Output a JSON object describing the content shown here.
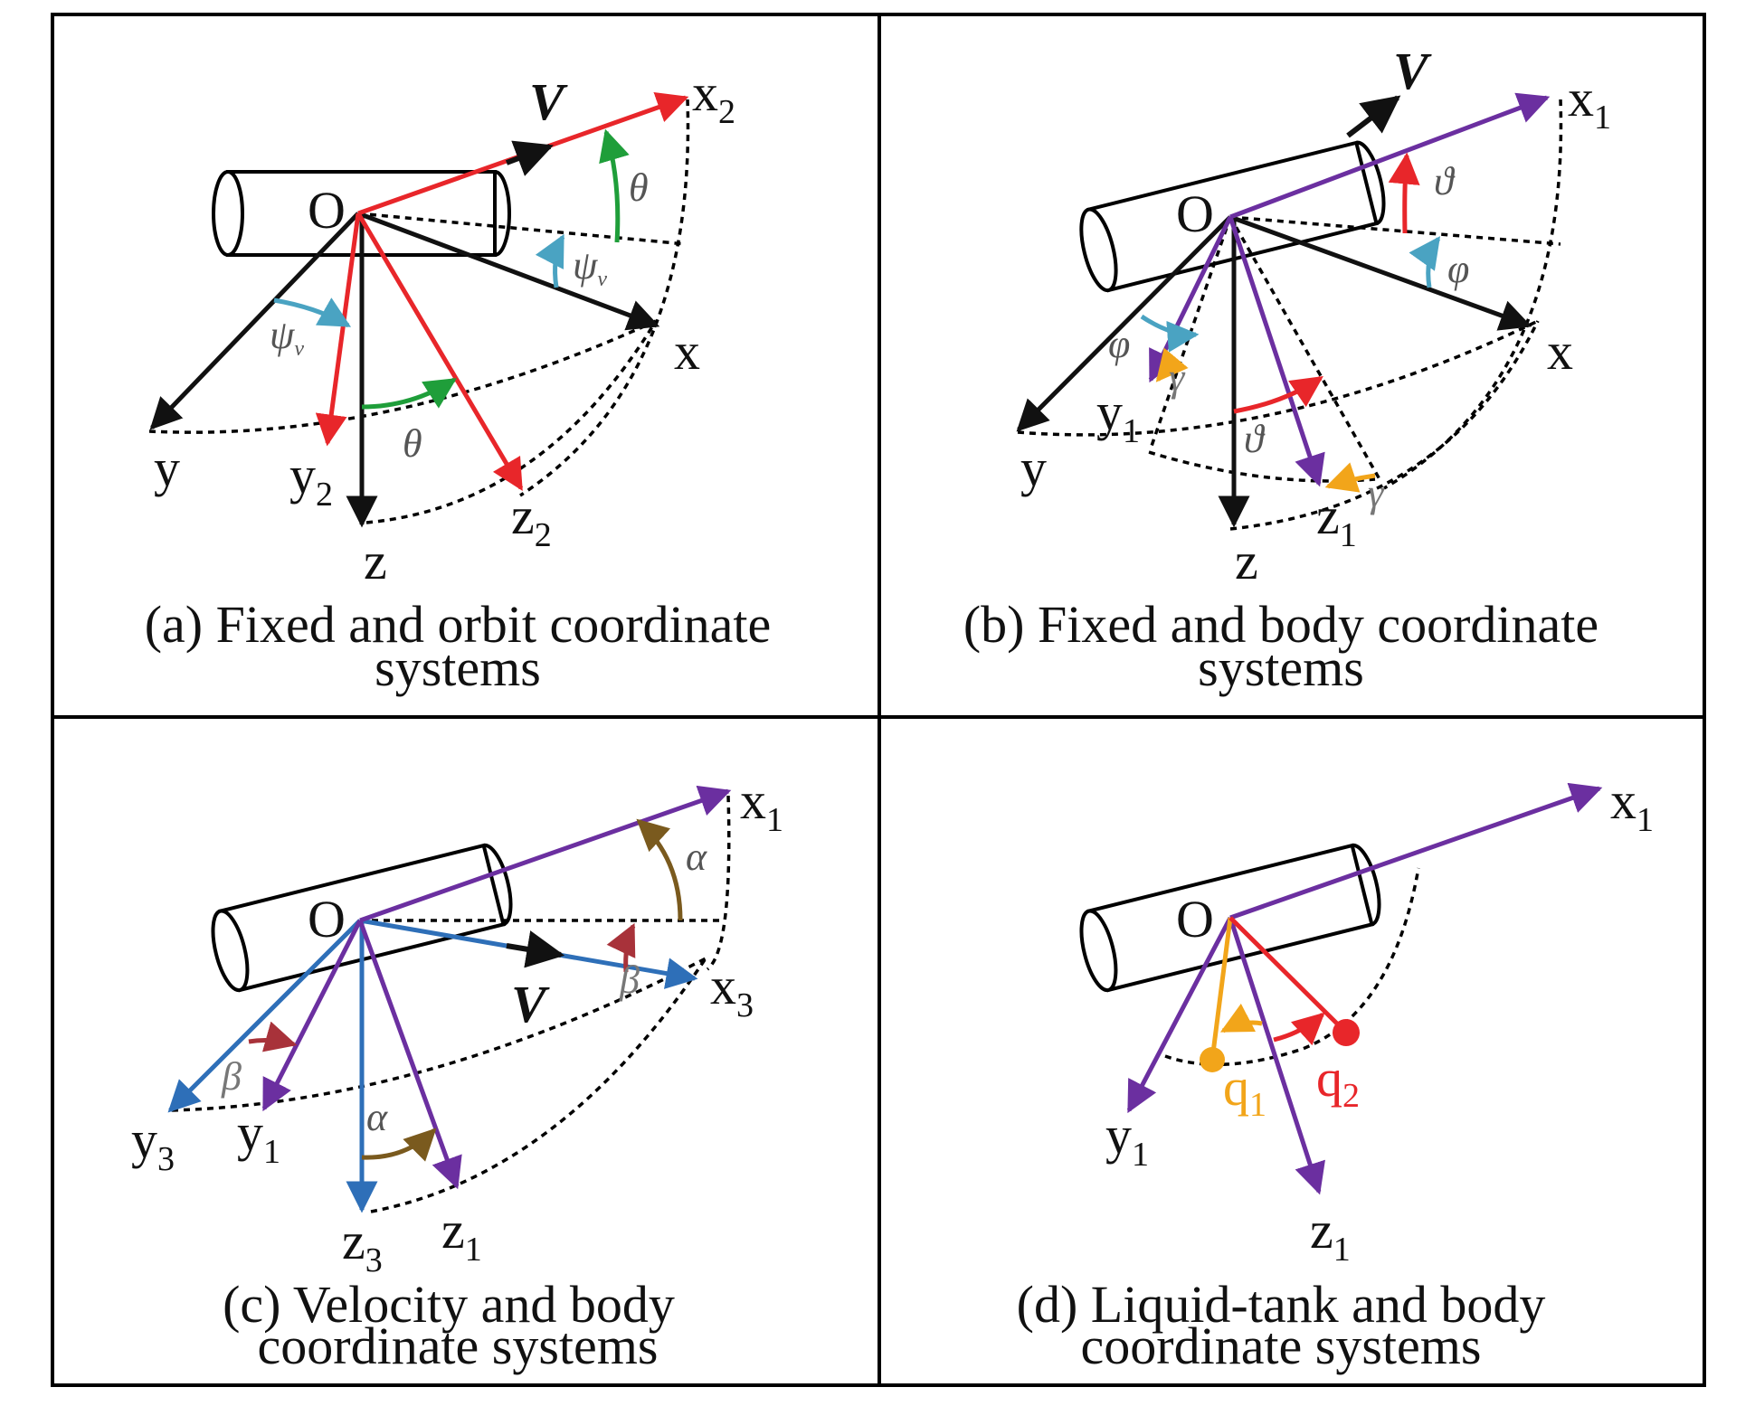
{
  "colors": {
    "black": "#111111",
    "red": "#e8262a",
    "green": "#1f9e3a",
    "cyan": "#4aa3c2",
    "purple": "#6b2fa0",
    "orange": "#f2a51a",
    "blue": "#2e6fb8",
    "brown": "#7a5a1e",
    "darkred": "#a8323a"
  },
  "panels": [
    {
      "caption_line1": "(a) Fixed  and orbit coordinate",
      "caption_line2": "systems",
      "origin": "O",
      "velocity": "V",
      "axes": {
        "x": "x",
        "y": "y",
        "z": "z"
      },
      "orbit_axes": {
        "x": "x",
        "x_sub": "2",
        "y": "y",
        "y_sub": "2",
        "z": "z",
        "z_sub": "2"
      },
      "angles": {
        "theta": "θ",
        "psi": "ψ",
        "psi_sub": "v"
      }
    },
    {
      "caption_line1": "(b) Fixed  and body coordinate",
      "caption_line2": "systems",
      "origin": "O",
      "velocity": "V",
      "axes": {
        "x": "x",
        "y": "y",
        "z": "z"
      },
      "body_axes": {
        "x": "x",
        "x_sub": "1",
        "y": "y",
        "y_sub": "1",
        "z": "z",
        "z_sub": "1"
      },
      "angles": {
        "vartheta": "ϑ",
        "phi": "φ",
        "gamma": "γ"
      }
    },
    {
      "caption_line1": "(c) Velocity  and body",
      "caption_line2": "coordinate systems",
      "origin": "O",
      "velocity": "V",
      "velocity_axes": {
        "x": "x",
        "x_sub": "3",
        "y": "y",
        "y_sub": "3",
        "z": "z",
        "z_sub": "3"
      },
      "body_axes": {
        "x": "x",
        "x_sub": "1",
        "y": "y",
        "y_sub": "1",
        "z": "z",
        "z_sub": "1"
      },
      "angles": {
        "alpha": "α",
        "beta": "β"
      }
    },
    {
      "caption_line1": "(d) Liquid-tank and body",
      "caption_line2": "coordinate systems",
      "origin": "O",
      "body_axes": {
        "x": "x",
        "x_sub": "1",
        "y": "y",
        "y_sub": "1",
        "z": "z",
        "z_sub": "1"
      },
      "coords": {
        "q1": "q",
        "q1_sub": "1",
        "q2": "q",
        "q2_sub": "2"
      }
    }
  ]
}
